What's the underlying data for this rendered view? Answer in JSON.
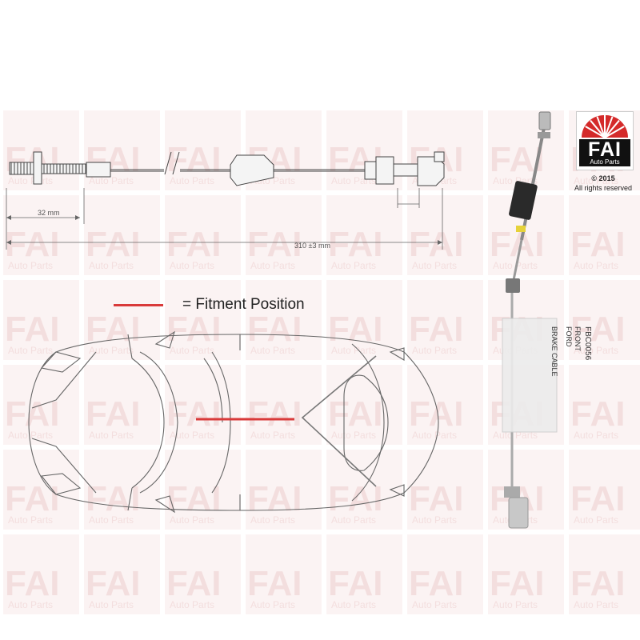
{
  "watermark": {
    "brand": "FAI",
    "sub": "Auto Parts"
  },
  "logo": {
    "brand": "FAI",
    "sub": "Auto Parts",
    "copyright": "© 2015",
    "rights": "All rights reserved"
  },
  "dimensions": {
    "small": "32 mm",
    "overall": "310 ±3 mm"
  },
  "legend": {
    "label": "= Fitment Position",
    "color": "#d93a3a"
  },
  "tag": {
    "line1": "BRAKE CABLE",
    "line2": "FORD",
    "line3": "FRONT",
    "line4": "FBC0056"
  },
  "colors": {
    "accent": "#d93a3a",
    "watermark": "#f3dede",
    "logo_red": "#d42a2a"
  }
}
